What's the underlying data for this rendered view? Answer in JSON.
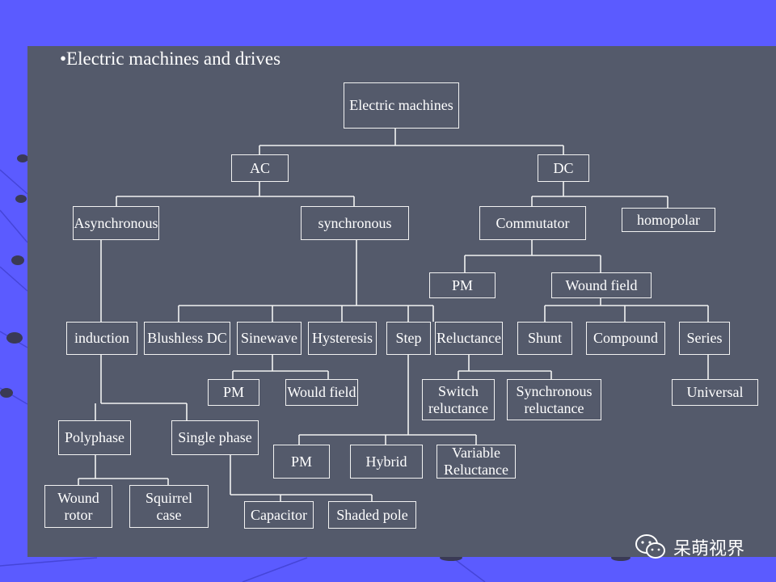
{
  "heading": "•Electric machines and drives",
  "nodes": {
    "electric_machines": "Electric machines",
    "ac": "AC",
    "dc": "DC",
    "asynchronous": "Asynchronous",
    "synchronous": "synchronous",
    "commutator": "Commutator",
    "homopolar": "homopolar",
    "pm_dc": "PM",
    "wound_field_dc": "Wound field",
    "induction": "induction",
    "blushless_dc": "Blushless DC",
    "sinewave": "Sinewave",
    "hysteresis": "Hysteresis",
    "step": "Step",
    "reluctance": "Reluctance",
    "shunt": "Shunt",
    "compound": "Compound",
    "series": "Series",
    "pm_sine": "PM",
    "would_field": "Would field",
    "switch_reluctance": "Switch\nreluctance",
    "synchronous_reluctance": "Synchronous\nreluctance",
    "universal": "Universal",
    "polyphase": "Polyphase",
    "single_phase": "Single phase",
    "pm_step": "PM",
    "hybrid": "Hybrid",
    "variable_reluctance": "Variable\nReluctance",
    "wound_rotor": "Wound\nrotor",
    "squirrel_case": "Squirrel\ncase",
    "capacitor": "Capacitor",
    "shaded_pole": "Shaded pole"
  },
  "watermark": "呆萌视界",
  "colors": {
    "page_background": "#5b5bff",
    "slide_background": "#545a6b",
    "line": "#f2f2f2"
  }
}
